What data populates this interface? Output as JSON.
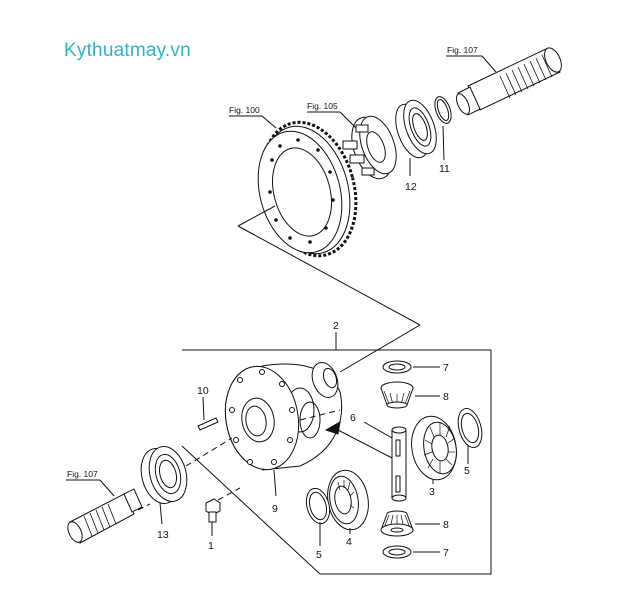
{
  "watermark": "Kythuatmay.vn",
  "figure_refs": {
    "ring_gear": "Fig. 100",
    "carrier_plate": "Fig. 105",
    "output_shaft_top": "Fig. 107",
    "output_shaft_left": "Fig. 107"
  },
  "callouts": {
    "1": "1",
    "2": "2",
    "3": "3",
    "4": "4",
    "5a": "5",
    "5b": "5",
    "6": "6",
    "7a": "7",
    "7b": "7",
    "8a": "8",
    "8b": "8",
    "9": "9",
    "10": "10",
    "11": "11",
    "12": "12",
    "13": "13"
  }
}
